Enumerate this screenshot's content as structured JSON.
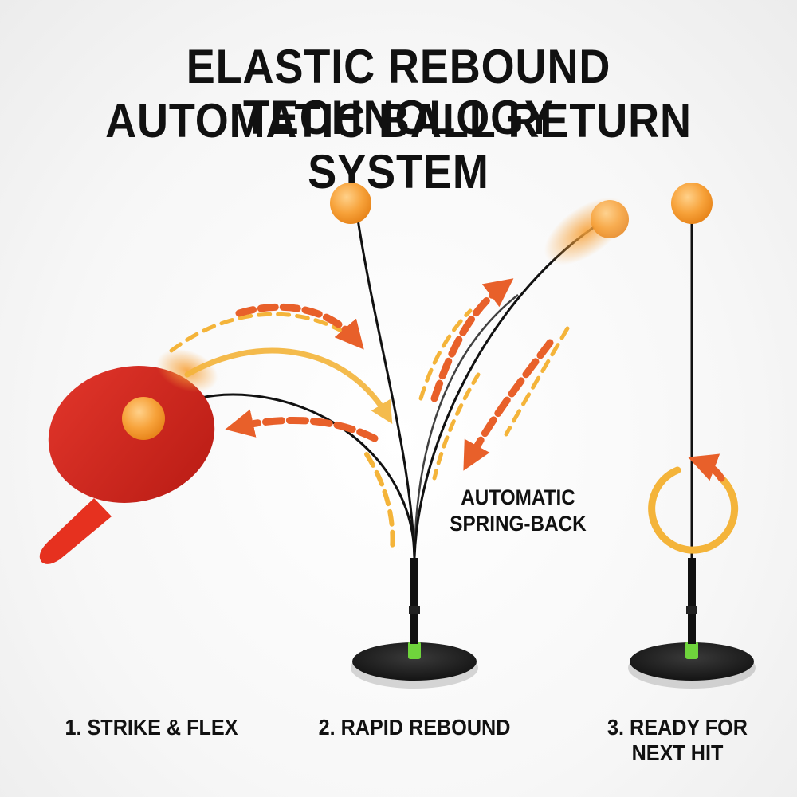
{
  "headline": {
    "line1": "ELASTIC REBOUND TECHNOLOGY",
    "line2": "AUTOMATIC BALL RETURN SYSTEM"
  },
  "callout": {
    "line1": "AUTOMATIC",
    "line2": "SPRING-BACK"
  },
  "steps": [
    {
      "label": "1. STRIKE & FLEX"
    },
    {
      "label": "2. RAPID REBOUND"
    },
    {
      "label": "3. READY FOR\nNEXT HIT"
    }
  ],
  "colors": {
    "paddle": "#d8231b",
    "handle": "#e6311f",
    "ball": "#f7a23a",
    "arrow_orange": "#e8602a",
    "arrow_yellow": "#f4b43a",
    "rod": "#111111",
    "base": "#1c1c1c",
    "collar": "#6fd53c"
  },
  "icons": [
    "paddle-icon",
    "ball-icon",
    "rebound-arrow-icon",
    "rotate-arrow-icon",
    "stand-base-icon"
  ]
}
